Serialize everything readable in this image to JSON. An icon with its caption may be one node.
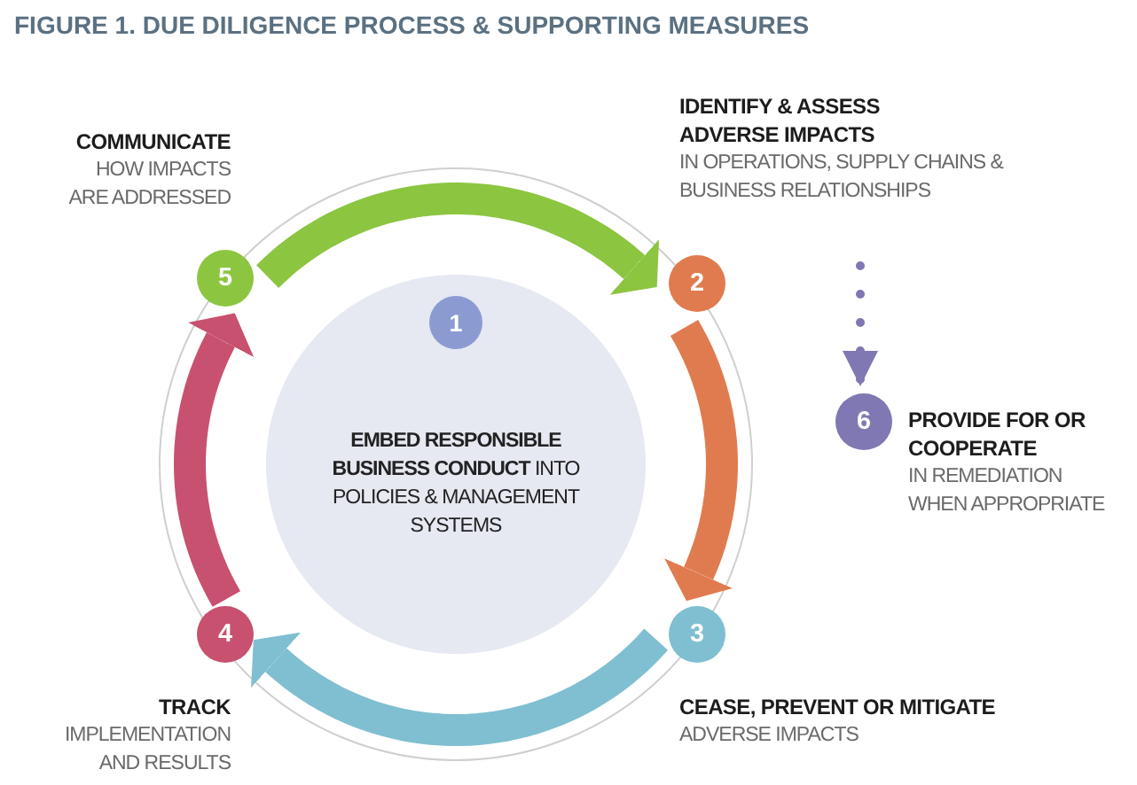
{
  "diagram": {
    "title": "FIGURE 1. DUE DILIGENCE PROCESS & SUPPORTING MEASURES",
    "nodes": [
      {
        "text": [
          "**EMBED RESPONSIBLE BUSINESS CONDUCT** INTO POLICIES & MANAGEMENT SYSTEMS"
        ]
      },
      {
        "text": [
          "1"
        ],
        "in": 0
      },
      {
        "text": [
          "IDENTIFY & ASSESS ADVERSE IMPACTS",
          "IN OPERATIONS, SUPPLY CHAINS & BUSINESS RELATIONSHIPS",
          "2"
        ]
      },
      {
        "text": [
          "3",
          "CEASE, PREVENT OR MITIGATE",
          "ADVERSE IMPACTS"
        ]
      },
      {
        "text": [
          "4",
          "TRACK",
          "IMPLEMENTATION AND RESULTS"
        ]
      },
      {
        "text": [
          "COMMUNICATE",
          "HOW IMPACTS ARE ADDRESSED",
          "5"
        ]
      },
      {
        "text": [
          "6",
          "PROVIDE FOR OR COOPERATE",
          "IN REMEDIATION WHEN APPROPRIATE"
        ]
      }
    ],
    "edges": [
      {
        "from": 2,
        "to": 3,
        "arrow": "to",
        "color": "#e07b50"
      },
      {
        "from": 3,
        "to": 4,
        "arrow": "to",
        "color": "#7fbfd1"
      },
      {
        "from": 4,
        "to": 5,
        "arrow": "to",
        "color": "#c8516f"
      },
      {
        "from": 5,
        "to": 2,
        "arrow": "to",
        "color": "#8cc540"
      },
      {
        "from": 2,
        "to": 6,
        "arrow": "to",
        "style": "dashed",
        "color": "#7f78b3"
      }
    ]
  }
}
